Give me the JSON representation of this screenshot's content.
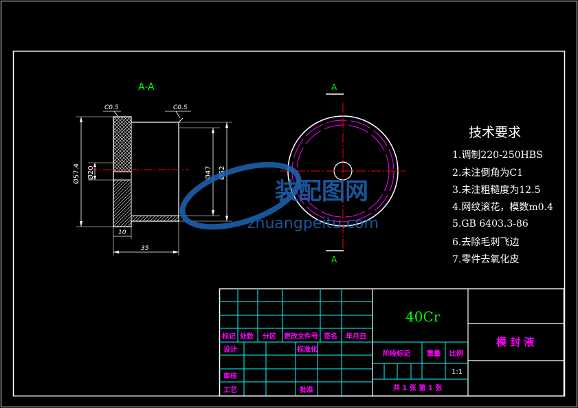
{
  "drawing": {
    "section_label": "A-A",
    "cut_marker_top": "A",
    "cut_marker_bottom": "A",
    "dimensions": {
      "chamfer_left": "C0.5",
      "chamfer_right": "C0.5",
      "dia_outer": "Ø57.4",
      "dia_inner": "Ø20",
      "dia_mid": "Ø47",
      "dia_large": "Ø52",
      "length_small": "10",
      "length_total": "35"
    },
    "watermark": {
      "brand": "装配图网",
      "url": "zhuangpeitu.com"
    }
  },
  "tech_requirements": {
    "title": "技术要求",
    "items": [
      "1.调制220-250HBS",
      "2.未注倒角为C1",
      "3.未注粗糙度为12.5",
      "4.网纹滚花，模数m0.4",
      "5.GB 6403.3-86",
      "6.去除毛刺飞边",
      "7.零件去氧化皮"
    ]
  },
  "title_block": {
    "material": "40Cr",
    "part_name": "模 封 液",
    "headers": {
      "mark": "标记",
      "count": "处数",
      "zone": "分区",
      "change_doc": "更改文件号",
      "signature": "签名",
      "date": "年月日",
      "design": "设计",
      "standardize": "标准化",
      "review": "审核",
      "process": "工艺",
      "approve": "批准",
      "stage_mark": "阶段标记",
      "weight": "重量",
      "scale": "比例"
    },
    "scale_value": "1:1",
    "sheet_info": "共 1 张  第 1 张"
  },
  "colors": {
    "background": "#000000",
    "frame": "#ffffff",
    "table_lines": "#00ffff",
    "table_text": "#ff00ff",
    "material_text": "#00ff00",
    "section_label": "#00ff00",
    "center_line": "#ff0000",
    "dimension": "#ffffff",
    "hidden_circle": "#ff00ff",
    "watermark": "#1e64b4"
  }
}
